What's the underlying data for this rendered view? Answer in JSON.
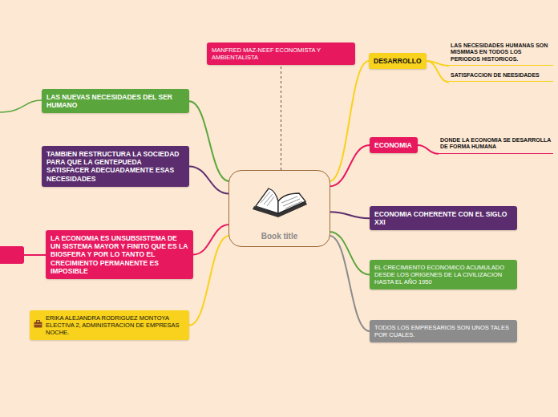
{
  "diagram": {
    "nodes": [
      {
        "text": [
          "Book title"
        ]
      },
      {
        "text": [
          "MANFRED MAZ-NEEF ECONOMISTA Y AMBIENTALISTA"
        ]
      },
      {
        "text": [
          "DESARROLLO"
        ]
      },
      {
        "text": [
          "LAS NECESIDADES HUMANAS SON MISMMAS EN TODOS LOS PERIODOS HISTORICOS."
        ]
      },
      {
        "text": [
          "SATISFACCION DE NEESIDADES"
        ]
      },
      {
        "text": [
          "ECONOMIA"
        ]
      },
      {
        "text": [
          "DONDE LA ECONOMIA SE DESARROLLA DE FORMA HUMANA"
        ]
      },
      {
        "text": [
          "ECONOMIA COHERENTE CON EL SIGLO XXI"
        ]
      },
      {
        "text": [
          "EL CRECIMIENTO ECONOMICO ACUMULADO DESDE LOS ORIGENES DE LA CIVILIZACION HASTA EL AÑO 1950"
        ]
      },
      {
        "text": [
          "TODOS LOS EMPRESARIOS SON UNOS TALES POR CUALES."
        ]
      },
      {
        "text": [
          "LAS NUEVAS NECESIDADES DEL SER HUMANO"
        ]
      },
      {
        "text": [
          "TAMBIEN RESTRUCTURA LA SOCIEDAD PARA QUE LA GENTEPUEDA SATISFACER ADECUADAMENTE ESAS NECESIDADES"
        ]
      },
      {
        "text": [
          "LA ECONOMIA ES UNSUBSISTEMA DE UN SISTEMA MAYOR Y FINITO QUE ES LA BIOSFERA Y POR LO TANTO EL CRECIMIENTO PERMANENTE ES IMPOSIBLE"
        ]
      },
      {
        "text": [
          "ERIKA ALEJANDRA RODRIGUEZ MONTOYA ELECTIVA 2, ADMINISTRACION DE EMPRESAS NOCHE."
        ]
      }
    ],
    "edges": [
      {
        "from": 0,
        "to": 1,
        "arrow": "none"
      },
      {
        "from": 0,
        "to": 2,
        "arrow": "none"
      },
      {
        "from": 2,
        "to": 3,
        "arrow": "none"
      },
      {
        "from": 2,
        "to": 4,
        "arrow": "none"
      },
      {
        "from": 0,
        "to": 5,
        "arrow": "none"
      },
      {
        "from": 5,
        "to": 6,
        "arrow": "none"
      },
      {
        "from": 0,
        "to": 7,
        "arrow": "none"
      },
      {
        "from": 0,
        "to": 8,
        "arrow": "none"
      },
      {
        "from": 0,
        "to": 9,
        "arrow": "none"
      },
      {
        "from": 0,
        "to": 10,
        "arrow": "none"
      },
      {
        "from": 0,
        "to": 11,
        "arrow": "none"
      },
      {
        "from": 0,
        "to": 12,
        "arrow": "none"
      },
      {
        "from": 0,
        "to": 13,
        "arrow": "none"
      }
    ]
  }
}
